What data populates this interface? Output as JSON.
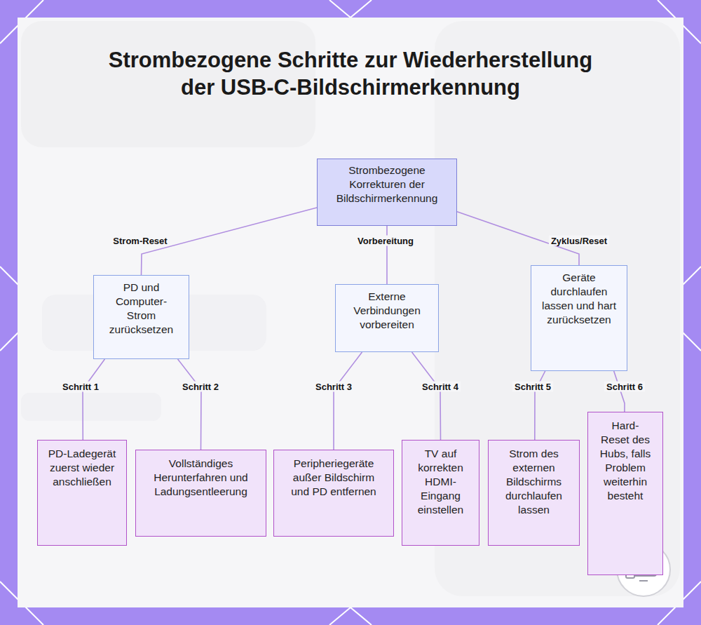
{
  "diagram": {
    "title": "Strombezogene Schritte zur Wiederherstellung der USB-C-Bildschirmerkennung",
    "nodes": [
      {
        "text": [
          "Strombezogene Korrekturen der Bildschirmerkennung"
        ]
      },
      {
        "text": [
          "PD und Computer-Strom zurücksetzen"
        ]
      },
      {
        "text": [
          "Externe Verbindungen vorbereiten"
        ]
      },
      {
        "text": [
          "Geräte durchlaufen lassen und hart zurücksetzen"
        ]
      },
      {
        "text": [
          "PD-Ladegerät zuerst wieder anschließen"
        ]
      },
      {
        "text": [
          "Vollständiges Herunterfahren und Ladungsentleerung"
        ]
      },
      {
        "text": [
          "Peripheriegeräte außer Bildschirm und PD entfernen"
        ]
      },
      {
        "text": [
          "TV auf korrekten HDMI-Eingang einstellen"
        ]
      },
      {
        "text": [
          "Strom des externen Bildschirms durchlaufen lassen"
        ]
      },
      {
        "text": [
          "Hard-Reset des Hubs, falls Problem weiterhin besteht"
        ]
      }
    ],
    "edges": [
      {
        "from": 0,
        "to": 1,
        "label": "Strom-Reset",
        "arrow": "none"
      },
      {
        "from": 0,
        "to": 2,
        "label": "Vorbereitung",
        "arrow": "none"
      },
      {
        "from": 0,
        "to": 3,
        "label": "Zyklus/Reset",
        "arrow": "none"
      },
      {
        "from": 1,
        "to": 4,
        "label": "Schritt 1",
        "arrow": "none"
      },
      {
        "from": 1,
        "to": 5,
        "label": "Schritt 2",
        "arrow": "none"
      },
      {
        "from": 2,
        "to": 6,
        "label": "Schritt 3",
        "arrow": "none"
      },
      {
        "from": 2,
        "to": 7,
        "label": "Schritt 4",
        "arrow": "none"
      },
      {
        "from": 3,
        "to": 8,
        "label": "Schritt 5",
        "arrow": "none"
      },
      {
        "from": 3,
        "to": 9,
        "label": "Schritt 6",
        "arrow": "none"
      }
    ]
  }
}
